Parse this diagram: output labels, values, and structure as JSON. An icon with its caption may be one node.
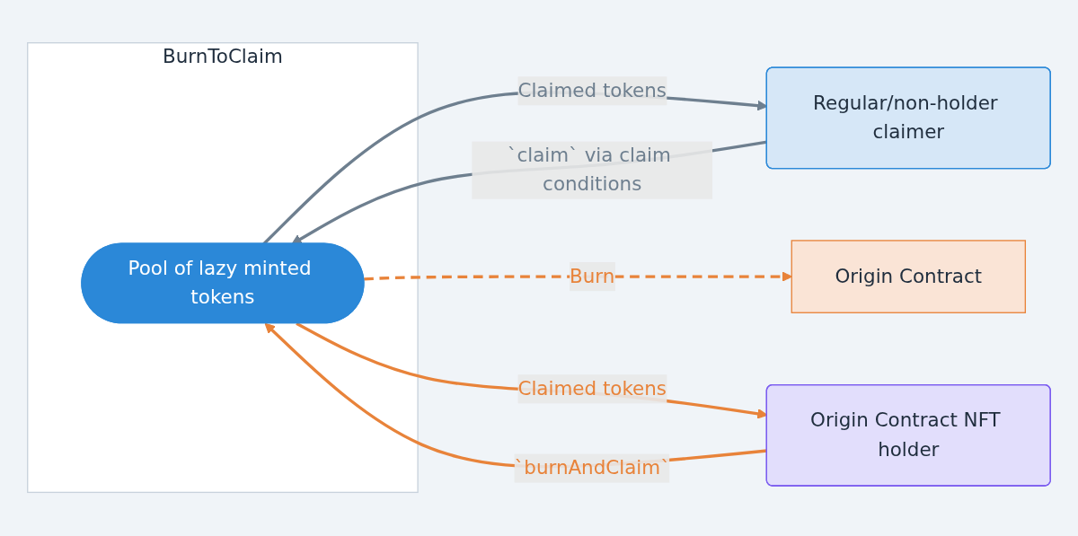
{
  "diagram": {
    "nodes": [
      {
        "text": [
          "BurnToClaim"
        ]
      },
      {
        "text": [
          "Pool of lazy minted tokens"
        ],
        "in": 0
      },
      {
        "text": [
          "Origin Contract"
        ]
      },
      {
        "text": [
          "Regular/non-holder claimer"
        ]
      },
      {
        "text": [
          "Origin Contract NFT holder"
        ]
      }
    ],
    "edges": [
      {
        "from": 3,
        "to": 1,
        "arrow": "to",
        "label": "`claim` via claim conditions",
        "color": "#6e7f8f"
      },
      {
        "from": 1,
        "to": 3,
        "arrow": "to",
        "label": "Claimed tokens",
        "color": "#6e7f8f"
      },
      {
        "from": 1,
        "to": 2,
        "arrow": "to",
        "label": "Burn",
        "style": "dashed"
      },
      {
        "from": 1,
        "to": 4,
        "arrow": "to",
        "label": "Claimed tokens"
      },
      {
        "from": 4,
        "to": 1,
        "arrow": "to",
        "label": "`burnAndClaim`"
      }
    ]
  }
}
